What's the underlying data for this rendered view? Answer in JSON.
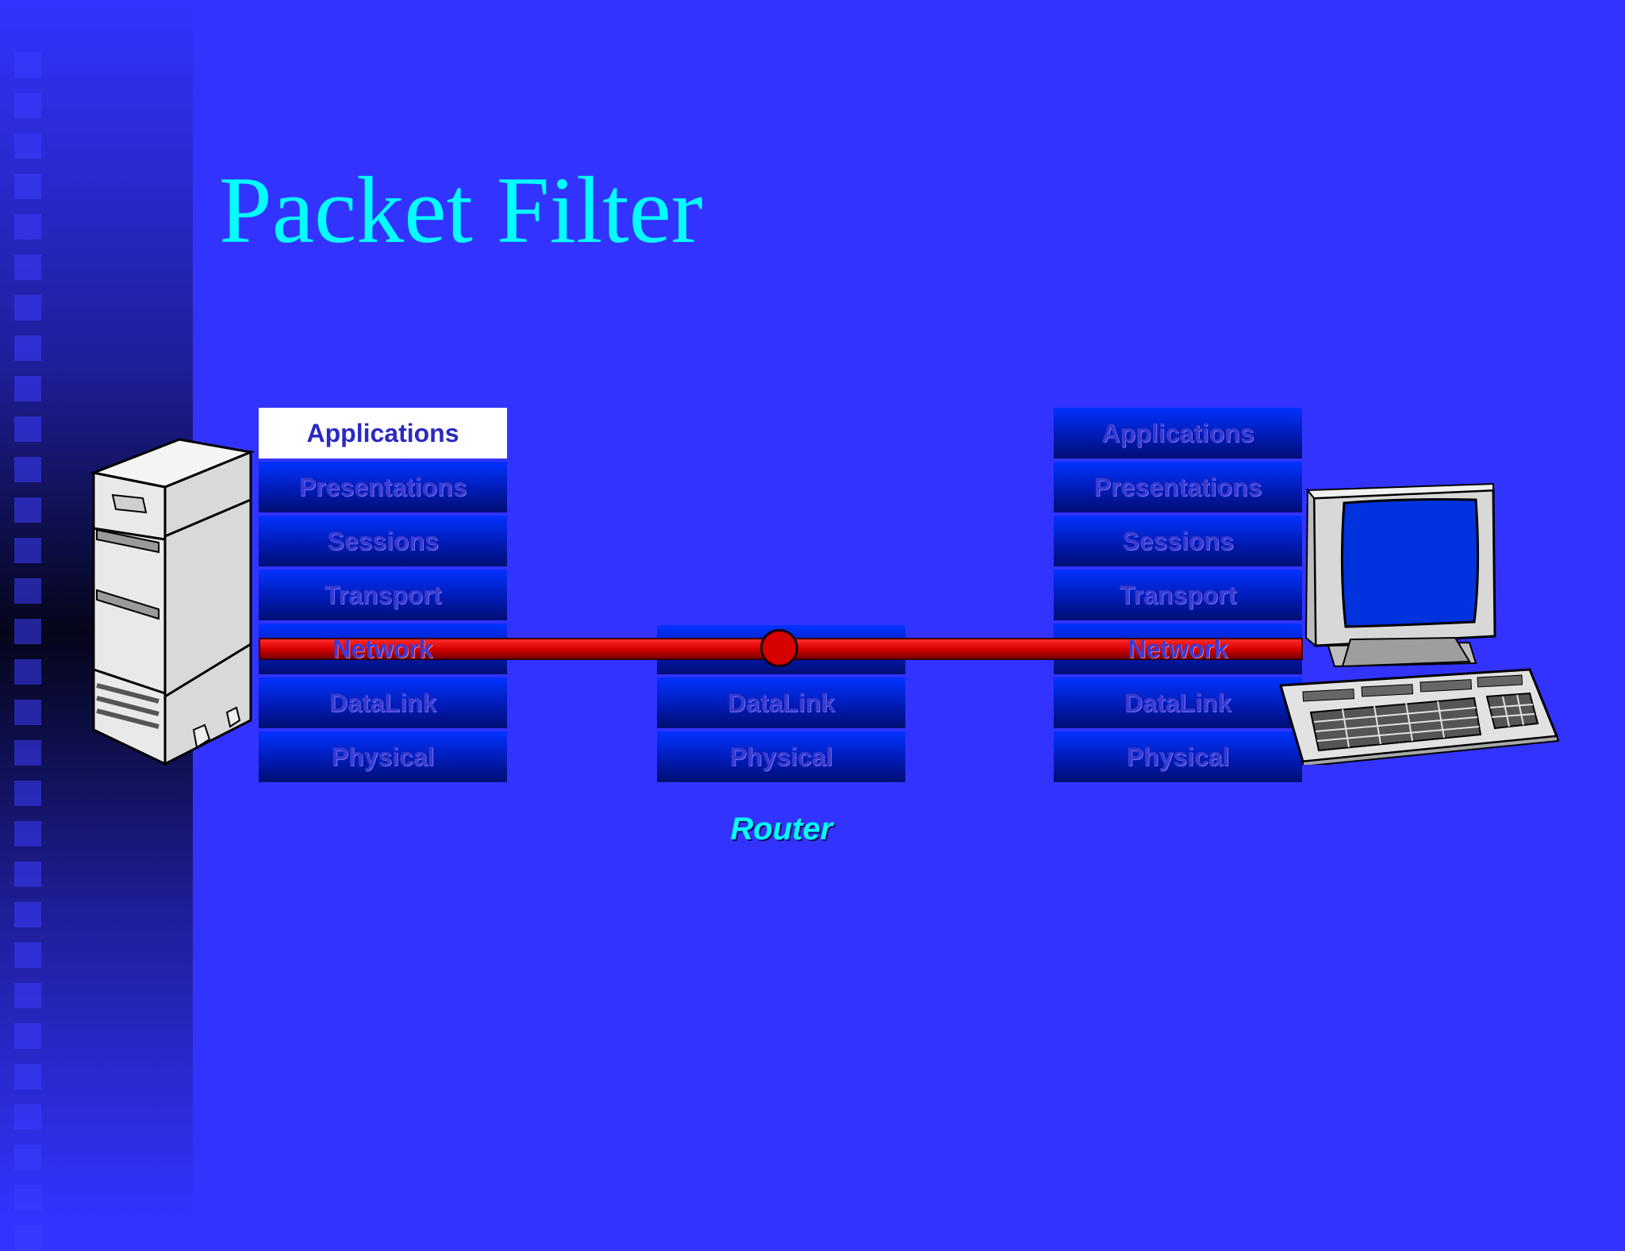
{
  "slide": {
    "title": "Packet Filter",
    "router_label": "Router"
  },
  "colors": {
    "background": "#3333ff",
    "title": "#00ffff",
    "packet_path": "#d80000",
    "active_layer": "#ffffff"
  },
  "left_stack": {
    "icon": "server-tower-icon",
    "layers": [
      "Applications",
      "Presentations",
      "Sessions",
      "Transport",
      "Network",
      "DataLink",
      "Physical"
    ],
    "highlighted": "Applications"
  },
  "router_stack": {
    "layers": [
      "DataLink",
      "Physical"
    ]
  },
  "right_stack": {
    "icon": "desktop-computer-icon",
    "layers": [
      "Applications",
      "Presentations",
      "Sessions",
      "Transport",
      "Network",
      "DataLink",
      "Physical"
    ]
  }
}
